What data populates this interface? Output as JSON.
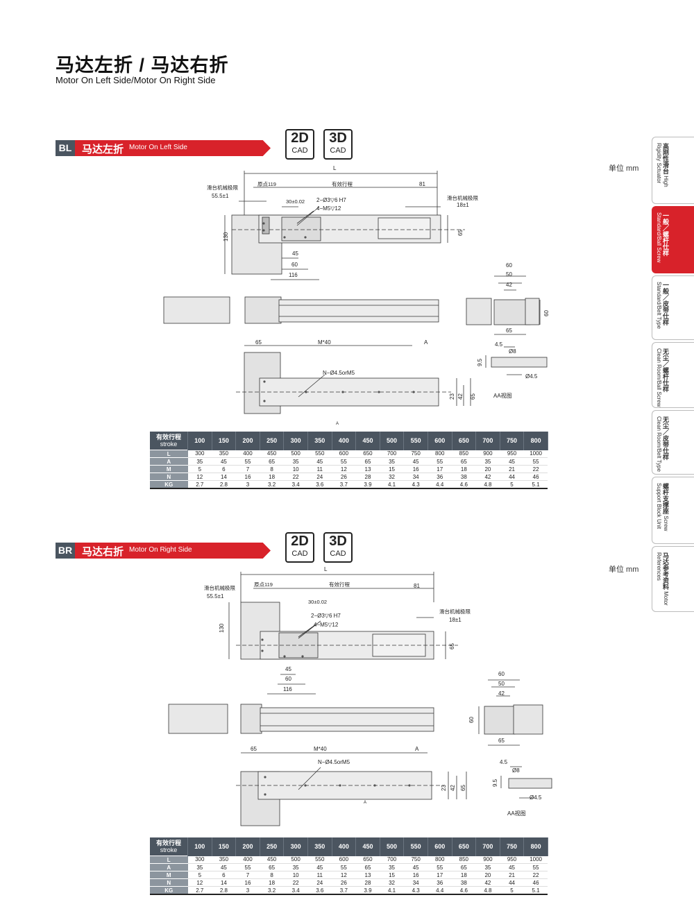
{
  "header": {
    "title_cn": "马达左折 / 马达右折",
    "title_en": "Motor On Left Side/Motor On Right Side"
  },
  "unit_label": "单位 mm",
  "cad": {
    "twod_big": "2D",
    "twod_small": "CAD",
    "threed_big": "3D",
    "threed_small": "CAD"
  },
  "sidebar": [
    {
      "cn": "高刚性滑台",
      "en": "High Rigidity Sctuator",
      "active": false
    },
    {
      "cn": "一般／螺杆仕样",
      "en": "Standard/Ball Screw",
      "active": true
    },
    {
      "cn": "一般／皮带仕样",
      "en": "Standard/Belt Type",
      "active": false
    },
    {
      "cn": "无尘／螺杆仕样",
      "en": "Clean Room/Ball Screw",
      "active": false
    },
    {
      "cn": "无尘／皮带仕样",
      "en": "Clean Room/Belt Type",
      "active": false
    },
    {
      "cn": "螺杆支撑座",
      "en": "Screw Support Block Unit",
      "active": false
    },
    {
      "cn": "马达参考资料",
      "en": "Motor References",
      "active": false
    }
  ],
  "sections": [
    {
      "code": "BL",
      "title_cn": "马达左折",
      "title_en": "Motor On Left Side",
      "labels": {
        "L": "L",
        "origin": "原点119",
        "stroke": "有效行程",
        "d81": "81",
        "limit_left": "滑台机械极限",
        "d555": "55.5±1",
        "limit_right": "滑台机械极限",
        "d18": "18±1",
        "d30": "30±0.02",
        "pin": "2−Ø3▽6 H7",
        "tap": "4−M5▽12",
        "d130": "130",
        "d65": "65",
        "d45": "45",
        "d60": "60",
        "d116": "116",
        "e60": "60",
        "e50": "50",
        "e42": "42",
        "e65": "65",
        "e60v": "60",
        "b65": "65",
        "bM40": "M*40",
        "bA": "A",
        "bN": "N−Ø4.5orM5",
        "b23": "23",
        "b42": "42",
        "b65v": "65",
        "a45": "4.5",
        "a8": "Ø8",
        "a95": "9.5",
        "a45d": "Ø4.5",
        "aa": "AA视图",
        "aa_mark": "A"
      },
      "table": {
        "head_cn": "有效行程",
        "head_en": "stroke",
        "strokes": [
          "100",
          "150",
          "200",
          "250",
          "300",
          "350",
          "400",
          "450",
          "500",
          "550",
          "600",
          "650",
          "700",
          "750",
          "800"
        ],
        "rows": [
          {
            "name": "L",
            "values": [
              "300",
              "350",
              "400",
              "450",
              "500",
              "550",
              "600",
              "650",
              "700",
              "750",
              "800",
              "850",
              "900",
              "950",
              "1000"
            ]
          },
          {
            "name": "A",
            "values": [
              "35",
              "45",
              "55",
              "65",
              "35",
              "45",
              "55",
              "65",
              "35",
              "45",
              "55",
              "65",
              "35",
              "45",
              "55"
            ]
          },
          {
            "name": "M",
            "values": [
              "5",
              "6",
              "7",
              "8",
              "10",
              "11",
              "12",
              "13",
              "15",
              "16",
              "17",
              "18",
              "20",
              "21",
              "22"
            ]
          },
          {
            "name": "N",
            "values": [
              "12",
              "14",
              "16",
              "18",
              "22",
              "24",
              "26",
              "28",
              "32",
              "34",
              "36",
              "38",
              "42",
              "44",
              "46"
            ]
          },
          {
            "name": "KG",
            "values": [
              "2.7",
              "2.8",
              "3",
              "3.2",
              "3.4",
              "3.6",
              "3.7",
              "3.9",
              "4.1",
              "4.3",
              "4.4",
              "4.6",
              "4.8",
              "5",
              "5.1"
            ]
          }
        ]
      }
    },
    {
      "code": "BR",
      "title_cn": "马达右折",
      "title_en": "Motor On Right Side",
      "labels": {
        "L": "L",
        "origin": "原点119",
        "stroke": "有效行程",
        "d81": "81",
        "limit_left": "滑台机械极限",
        "d555": "55.5±1",
        "limit_right": "滑台机械极限",
        "d18": "18±1",
        "d30": "30±0.02",
        "pin": "2−Ø3▽6 H7",
        "tap": "4−M5▽12",
        "d130": "130",
        "d65": "65",
        "d45": "45",
        "d60": "60",
        "d116": "116",
        "e60": "60",
        "e50": "50",
        "e42": "42",
        "e65": "65",
        "e60v": "60",
        "b65": "65",
        "bM40": "M*40",
        "bA": "A",
        "bN": "N−Ø4.5orM5",
        "b23": "23",
        "b42": "42",
        "b65v": "65",
        "a45": "4.5",
        "a8": "Ø8",
        "a95": "9.5",
        "a45d": "Ø4.5",
        "aa": "AA视图",
        "aa_mark": "A"
      },
      "table": {
        "head_cn": "有效行程",
        "head_en": "stroke",
        "strokes": [
          "100",
          "150",
          "200",
          "250",
          "300",
          "350",
          "400",
          "450",
          "500",
          "550",
          "600",
          "650",
          "700",
          "750",
          "800"
        ],
        "rows": [
          {
            "name": "L",
            "values": [
              "300",
              "350",
              "400",
              "450",
              "500",
              "550",
              "600",
              "650",
              "700",
              "750",
              "800",
              "850",
              "900",
              "950",
              "1000"
            ]
          },
          {
            "name": "A",
            "values": [
              "35",
              "45",
              "55",
              "65",
              "35",
              "45",
              "55",
              "65",
              "35",
              "45",
              "55",
              "65",
              "35",
              "45",
              "55"
            ]
          },
          {
            "name": "M",
            "values": [
              "5",
              "6",
              "7",
              "8",
              "10",
              "11",
              "12",
              "13",
              "15",
              "16",
              "17",
              "18",
              "20",
              "21",
              "22"
            ]
          },
          {
            "name": "N",
            "values": [
              "12",
              "14",
              "16",
              "18",
              "22",
              "24",
              "26",
              "28",
              "32",
              "34",
              "36",
              "38",
              "42",
              "44",
              "46"
            ]
          },
          {
            "name": "KG",
            "values": [
              "2.7",
              "2.8",
              "3",
              "3.2",
              "3.4",
              "3.6",
              "3.7",
              "3.9",
              "4.1",
              "4.3",
              "4.4",
              "4.6",
              "4.8",
              "5",
              "5.1"
            ]
          }
        ]
      }
    }
  ]
}
